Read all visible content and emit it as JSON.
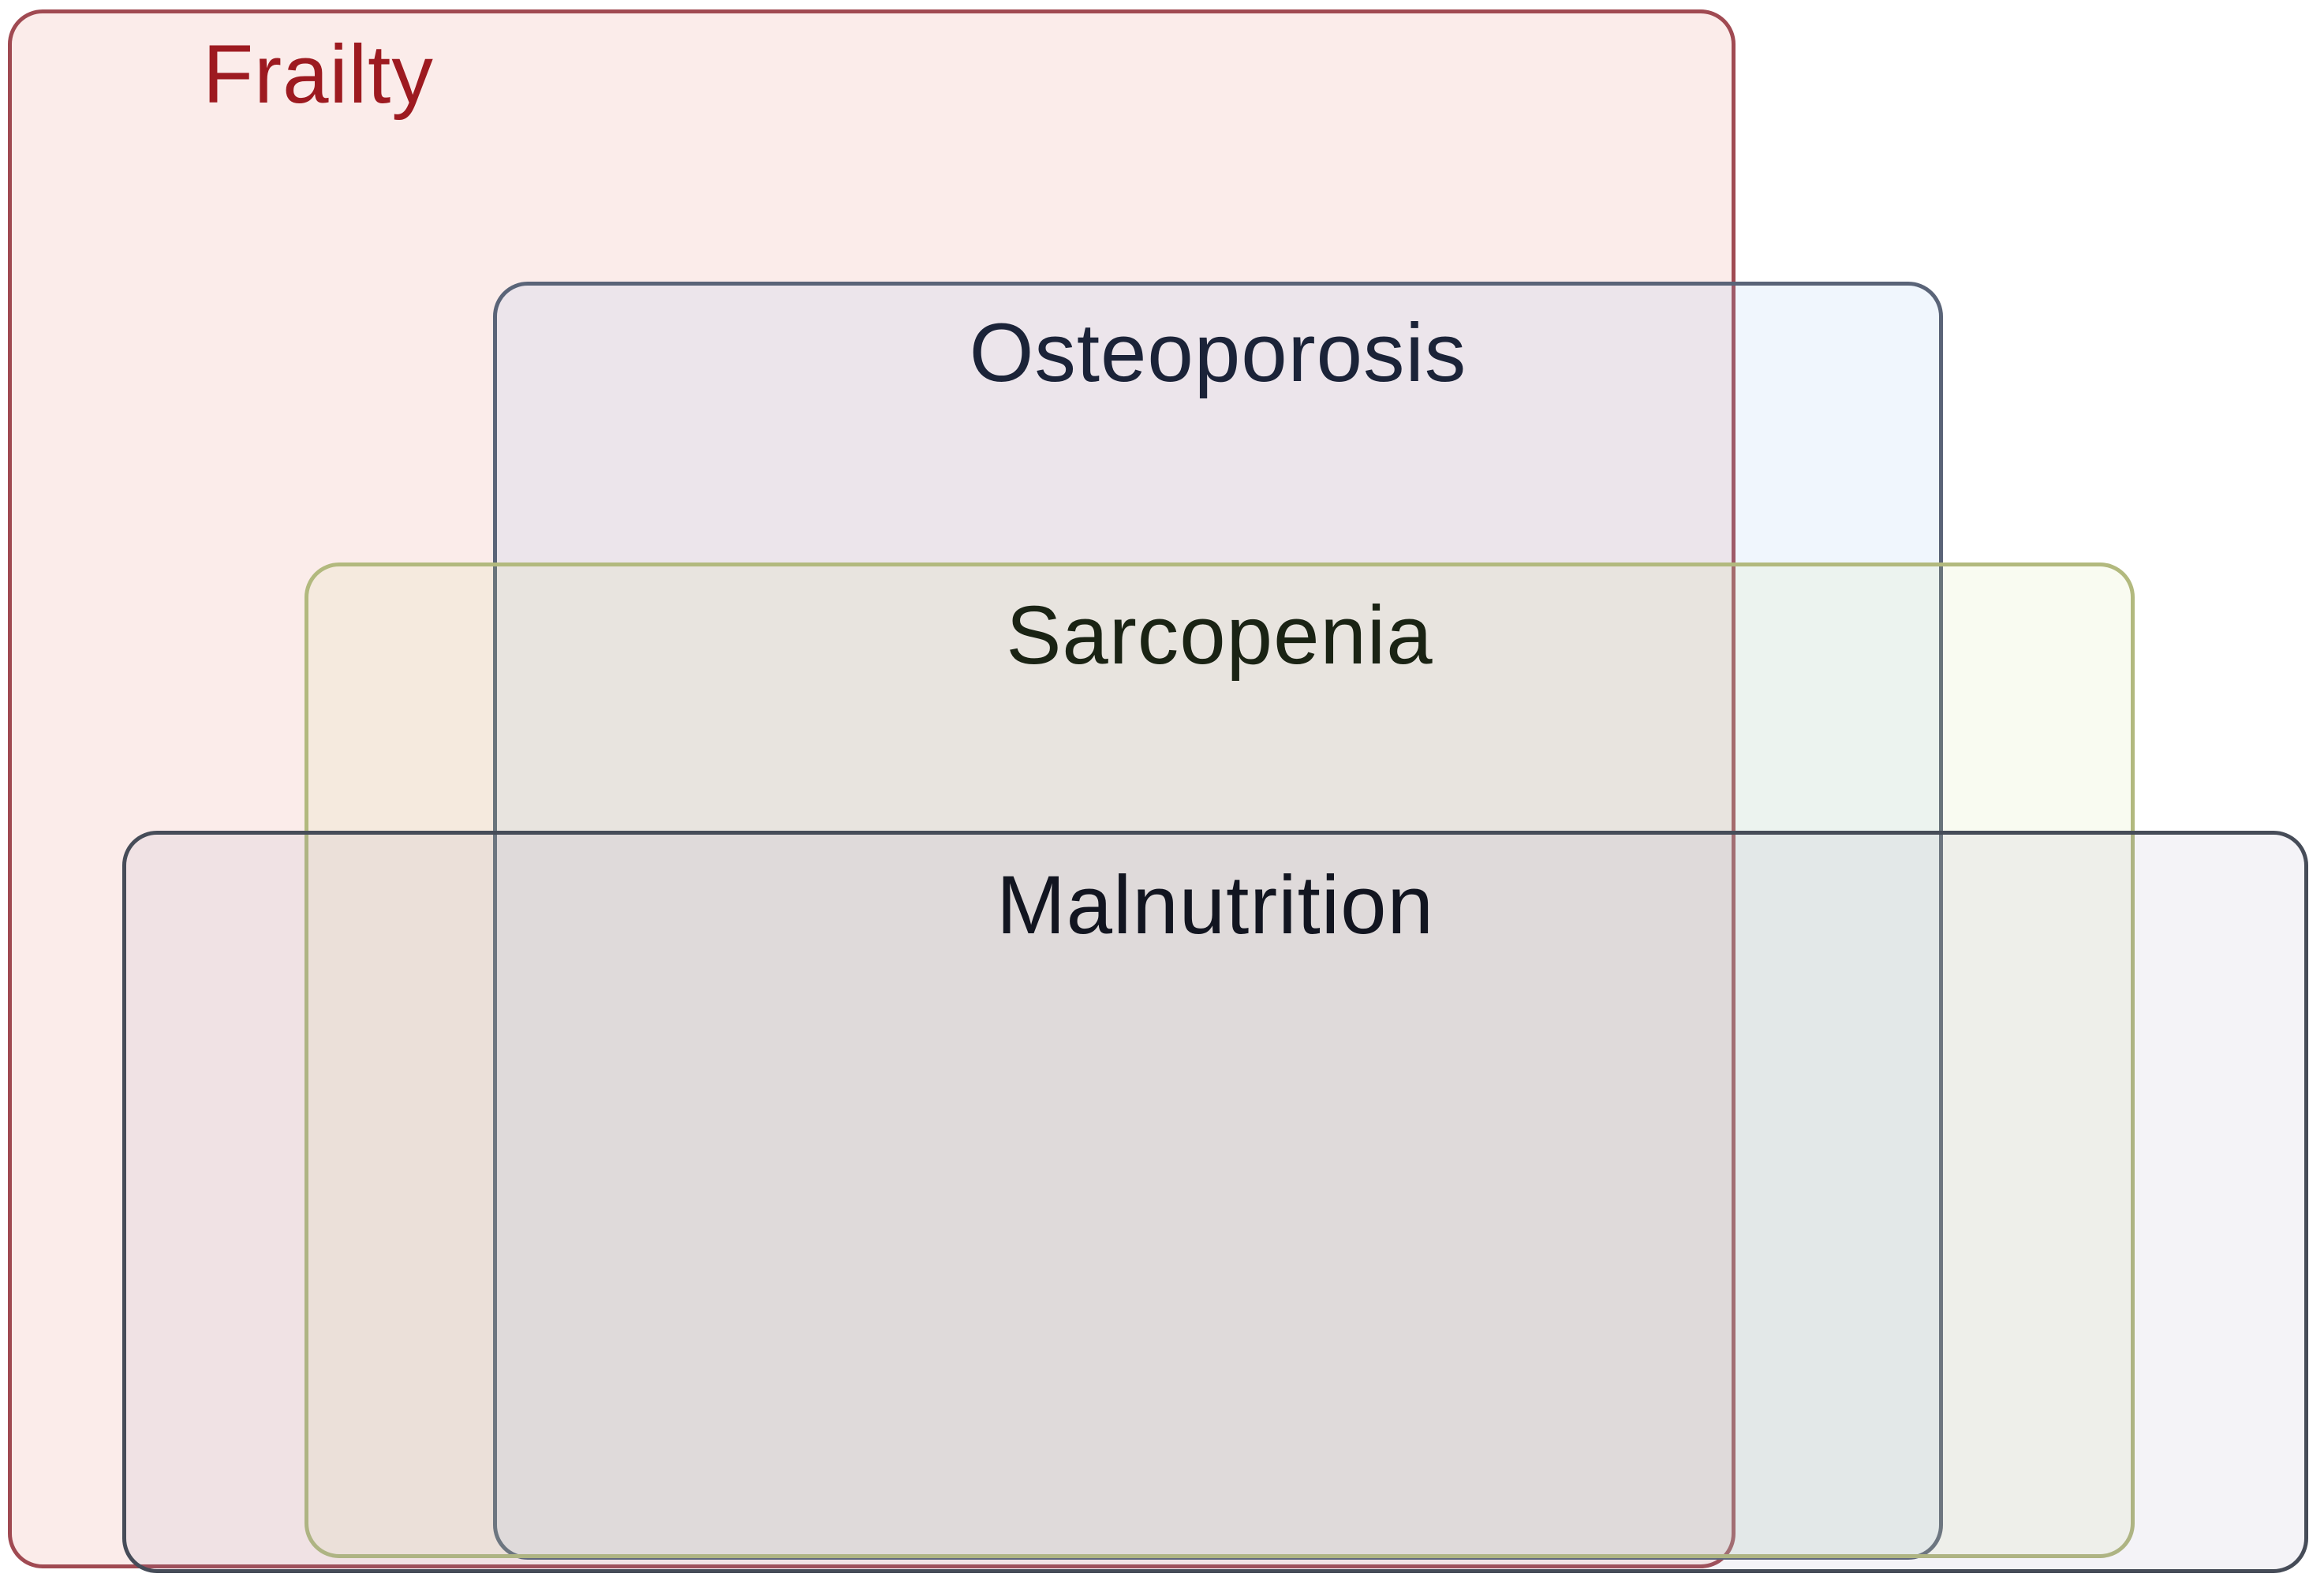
{
  "figure": {
    "type": "overlapping-rounded-rectangles-diagram",
    "background_color": "#ffffff",
    "boxes": [
      {
        "id": "frailty",
        "label": "Frailty",
        "label_color": "#9d1a20",
        "border_color": "#a04a52",
        "fill_color": "#fbedeb",
        "label_alignment": "left",
        "layer": 1
      },
      {
        "id": "osteoporosis",
        "label": "Osteoporosis",
        "label_color": "#1b2338",
        "border_color": "#5a6478",
        "fill_color": "#f0f6fd",
        "label_alignment": "center",
        "layer": 2
      },
      {
        "id": "sarcopenia",
        "label": "Sarcopenia",
        "label_color": "#1a2314",
        "border_color": "#b2b97e",
        "fill_color": "#f8fbf1",
        "label_alignment": "center",
        "layer": 3
      },
      {
        "id": "malnutrition",
        "label": "Malnutrition",
        "label_color": "#121520",
        "border_color": "#464c58",
        "fill_color": "#f4f2f7",
        "label_alignment": "center",
        "layer": 4
      }
    ]
  }
}
